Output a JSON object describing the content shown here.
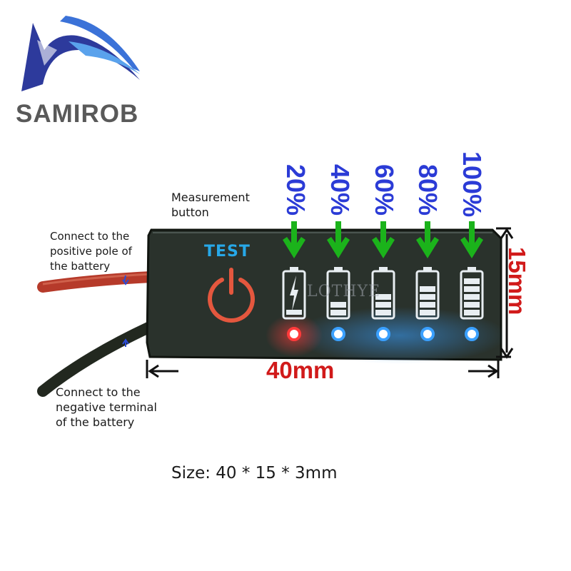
{
  "brand": {
    "name": "SAMIROB",
    "logo_icon": "wave-logo-icon"
  },
  "labels": {
    "measurement_button": [
      "Measurement",
      "button"
    ],
    "positive": [
      "Connect to the",
      "positive pole of",
      "the battery"
    ],
    "negative": [
      "Connect to the",
      "negative terminal",
      "of the battery"
    ]
  },
  "indicator": {
    "test_label": "TEST",
    "watermark": "LOTHYE",
    "levels": [
      "20%",
      "40%",
      "60%",
      "80%",
      "100%"
    ],
    "level_bars": [
      0,
      1,
      2,
      3,
      4
    ],
    "led_colors": [
      "#ff3b3b",
      "#3aa0ff",
      "#3aa0ff",
      "#3aa0ff",
      "#3aa0ff"
    ]
  },
  "dimensions": {
    "width": "40mm",
    "height": "15mm"
  },
  "size_text": "Size: 40 * 15 * 3mm",
  "colors": {
    "percent_text": "#2b3bd6",
    "arrow": "#1bb31b",
    "dimension": "#d11a1a",
    "test": "#27a8e8",
    "power_icon": "#e4573e",
    "board": "#2a322c"
  }
}
